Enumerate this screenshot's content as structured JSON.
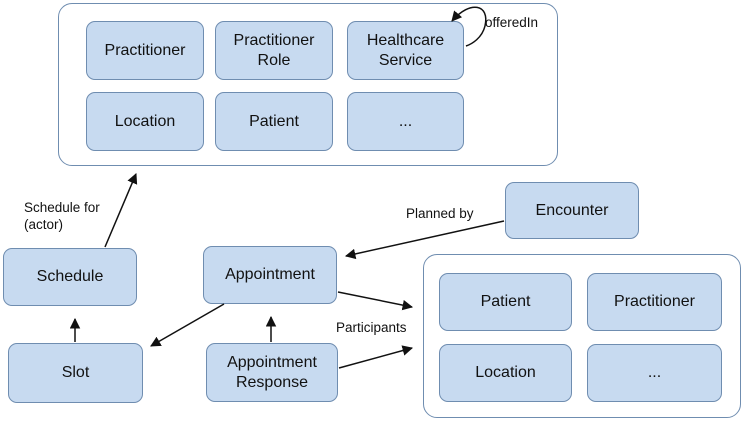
{
  "diagram": {
    "top_group": {
      "practitioner": "Practitioner",
      "practitioner_role": "Practitioner\nRole",
      "healthcare_service": "Healthcare\nService",
      "location": "Location",
      "patient": "Patient",
      "more": "..."
    },
    "participants_group": {
      "patient": "Patient",
      "practitioner": "Practitioner",
      "location": "Location",
      "more": "..."
    },
    "nodes": {
      "schedule": "Schedule",
      "slot": "Slot",
      "appointment": "Appointment",
      "appointment_response": "Appointment\nResponse",
      "encounter": "Encounter"
    },
    "edge_labels": {
      "offered_in": "offeredIn",
      "schedule_for": "Schedule for\n(actor)",
      "planned_by": "Planned by",
      "participants": "Participants"
    }
  }
}
